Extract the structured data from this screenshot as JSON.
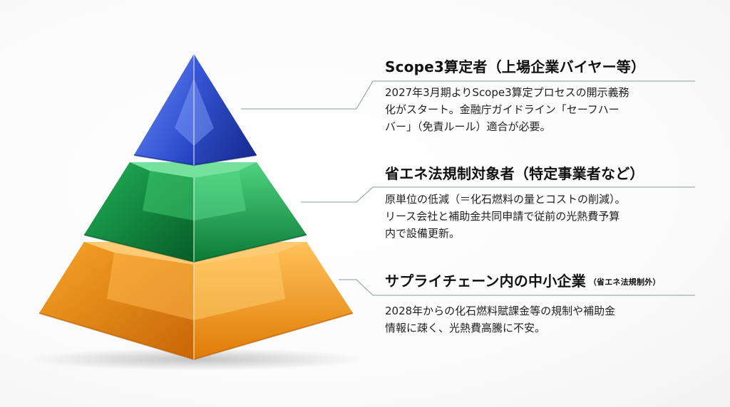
{
  "tiers": [
    {
      "title": "Scope3算定者（上場企業バイヤー等）",
      "title_note": "",
      "lines": [
        "2027年3月期よりScope3算定プロセスの開示義務",
        "化がスタート。金融庁ガイドライン「セーフハー",
        "バー」（免責ルール）適合が必要。"
      ],
      "color": "#2447c8"
    },
    {
      "title": "省エネ法規制対象者（特定事業者など）",
      "title_note": "",
      "lines": [
        "原単位の低減（＝化石燃料の量とコストの削減）。",
        "リース会社と補助金共同申請で従前の光熱費予算",
        "内で設備更新。"
      ],
      "color": "#16944a"
    },
    {
      "title": "サプライチェーン内の中小企業",
      "title_note": "（省エネ法規制外）",
      "lines": [
        "2028年からの化石燃料賦課金等の規制や補助金",
        "情報に疎く、光熱費高騰に不安。"
      ],
      "color": "#f0930f"
    }
  ]
}
